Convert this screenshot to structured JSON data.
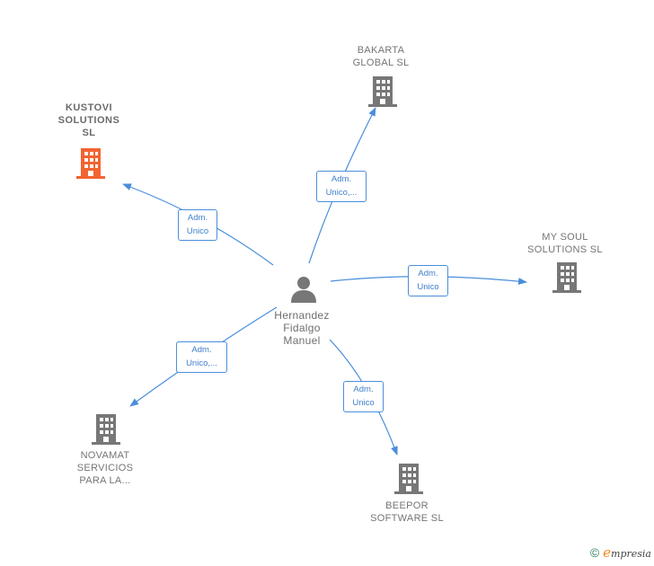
{
  "center": {
    "name": "Hernandez\nFidalgo\nManuel",
    "icon": "person-icon"
  },
  "companies": [
    {
      "id": "kustovi",
      "name": "KUSTOVI\nSOLUTIONS\nSL",
      "icon": "building-icon",
      "color": "#f26430",
      "highlight": true
    },
    {
      "id": "bakarta",
      "name": "BAKARTA\nGLOBAL SL",
      "icon": "building-icon",
      "color": "#777777",
      "highlight": false
    },
    {
      "id": "mysoul",
      "name": "MY SOUL\nSOLUTIONS SL",
      "icon": "building-icon",
      "color": "#777777",
      "highlight": false
    },
    {
      "id": "novamat",
      "name": "NOVAMAT\nSERVICIOS\nPARA LA...",
      "icon": "building-icon",
      "color": "#777777",
      "highlight": false
    },
    {
      "id": "beepor",
      "name": "BEEPOR\nSOFTWARE SL",
      "icon": "building-icon",
      "color": "#777777",
      "highlight": false
    }
  ],
  "edges": [
    {
      "to": "kustovi",
      "label": "Adm.\nUnico"
    },
    {
      "to": "bakarta",
      "label": "Adm.\nUnico,..."
    },
    {
      "to": "mysoul",
      "label": "Adm.\nUnico"
    },
    {
      "to": "novamat",
      "label": "Adm.\nUnico,..."
    },
    {
      "to": "beepor",
      "label": "Adm.\nUnico"
    }
  ],
  "colors": {
    "edge": "#4a8edb",
    "person": "#777777"
  },
  "footer": {
    "copyright": "©",
    "brand_first": "e",
    "brand_rest": "mpresia"
  }
}
